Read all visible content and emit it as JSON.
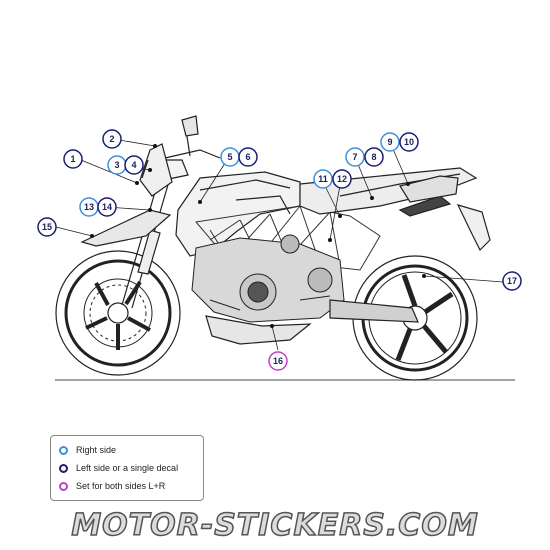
{
  "callouts": [
    "1",
    "2",
    "3",
    "4",
    "5",
    "6",
    "7",
    "8",
    "9",
    "10",
    "11",
    "12",
    "13",
    "14",
    "15",
    "16",
    "17"
  ],
  "legend": {
    "items": [
      {
        "label": "Right side",
        "color": "#3d8fe0"
      },
      {
        "label": "Left side or a single decal",
        "color": "#1b1f6e"
      },
      {
        "label": "Set for both sides L+R",
        "color": "#c23fc9"
      }
    ]
  },
  "watermark": "MOTOR-STICKERS.COM",
  "colors": {
    "right": "#3d8fe0",
    "left": "#1b1f6e",
    "both": "#c23fc9",
    "line": "#222222"
  }
}
